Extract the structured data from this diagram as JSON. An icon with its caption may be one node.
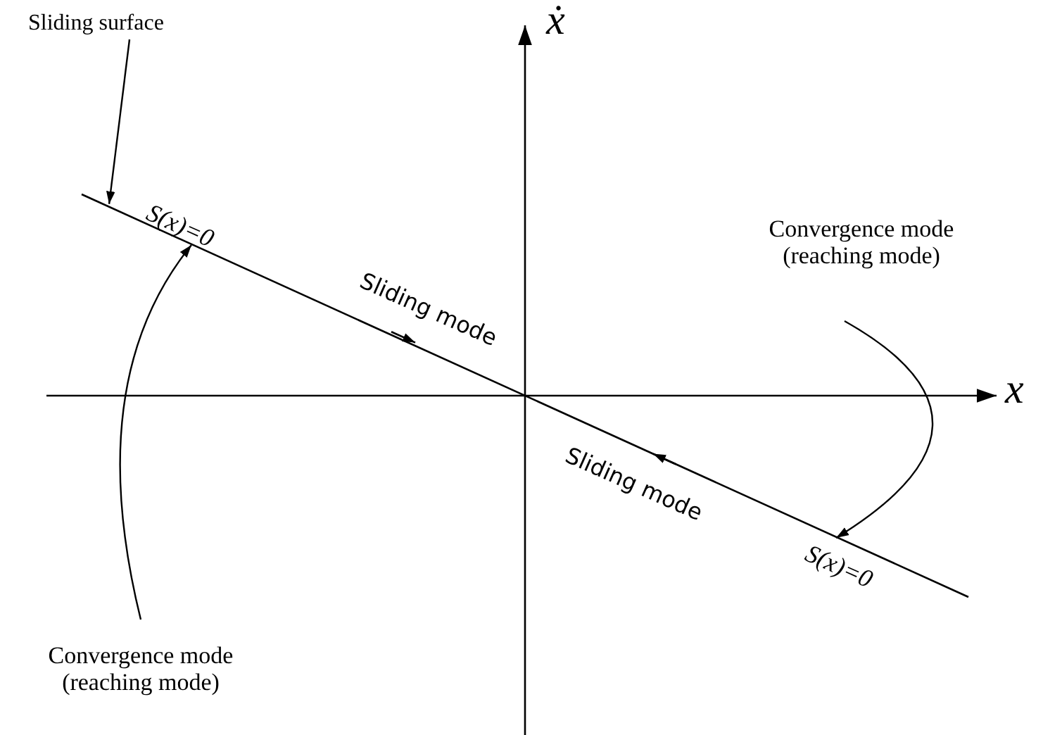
{
  "diagram": {
    "nodes": [
      {
        "text": [
          "Sliding surface"
        ]
      },
      {
        "text": [],
        "shape": "line"
      }
    ],
    "edges": [
      {
        "from": 0,
        "to": 1,
        "arrow": "to"
      }
    ],
    "labels": [
      "ẋ",
      "S(x)=0",
      "Convergence mode (reaching mode)",
      "Sliding mode",
      "x",
      "Convergence mode (reaching mode)",
      "Sliding mode",
      "S(x)=0"
    ]
  }
}
